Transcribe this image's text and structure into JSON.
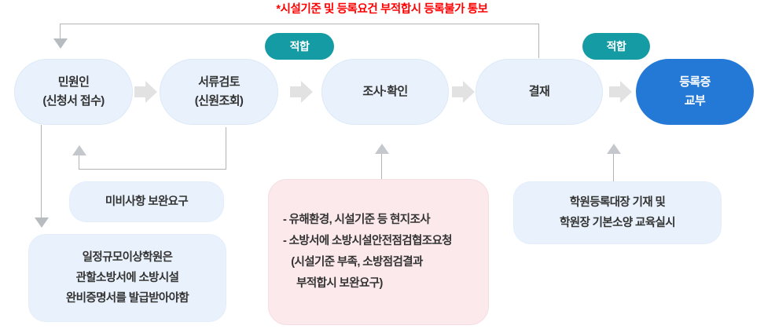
{
  "notice": {
    "text": "*시설기준 및 등록요건 부적합시 등록불가 통보"
  },
  "process_steps": [
    {
      "id": "applicant",
      "label": "민원인\n(신청서 접수)",
      "style": "light"
    },
    {
      "id": "doc-review",
      "label": "서류검토\n(신원조회)",
      "style": "light"
    },
    {
      "id": "investigate",
      "label": "조사·확인",
      "style": "light"
    },
    {
      "id": "approval",
      "label": "결재",
      "style": "light"
    },
    {
      "id": "certificate",
      "label": "등록증\n교부",
      "style": "primary"
    }
  ],
  "badges": [
    {
      "id": "badge-fit-1",
      "label": "적합"
    },
    {
      "id": "badge-fit-2",
      "label": "적합"
    }
  ],
  "notes": [
    {
      "id": "supplement-request",
      "label": "미비사항 보완요구",
      "style": "light"
    },
    {
      "id": "fire-safety-certificate",
      "label": "일정규모이상학원은\n관할소방서에 소방시설\n완비증명서를 발급받아야함",
      "style": "light"
    },
    {
      "id": "onsite-investigation",
      "label": "- 유해환경, 시설기준 등 현지조사\n- 소방서에 소방시설안전점검협조요청\n   (시설기준 부족, 소방점검결과\n     부적합시 보완요구)",
      "style": "pink"
    },
    {
      "id": "registry-and-training",
      "label": "학원등록대장 기재 및\n학원장 기본소양 교육실시",
      "style": "light"
    }
  ],
  "connector_arrows": [
    {
      "id": "arrow-step-1-2",
      "icon": "chevron-right-icon"
    },
    {
      "id": "arrow-step-2-3",
      "icon": "chevron-right-icon"
    },
    {
      "id": "arrow-step-3-4",
      "icon": "chevron-right-icon"
    },
    {
      "id": "arrow-step-4-5",
      "icon": "chevron-right-icon"
    }
  ],
  "colors": {
    "notice_red": "#ff0000",
    "pill_light_bg": "#e9f2fc",
    "pill_primary_bg": "#2579d6",
    "badge_teal": "#149ba3",
    "note_pink_bg": "#fbe9ec",
    "connector_gray": "#b3b3b3",
    "chevron_gray": "#e2e2e2"
  }
}
